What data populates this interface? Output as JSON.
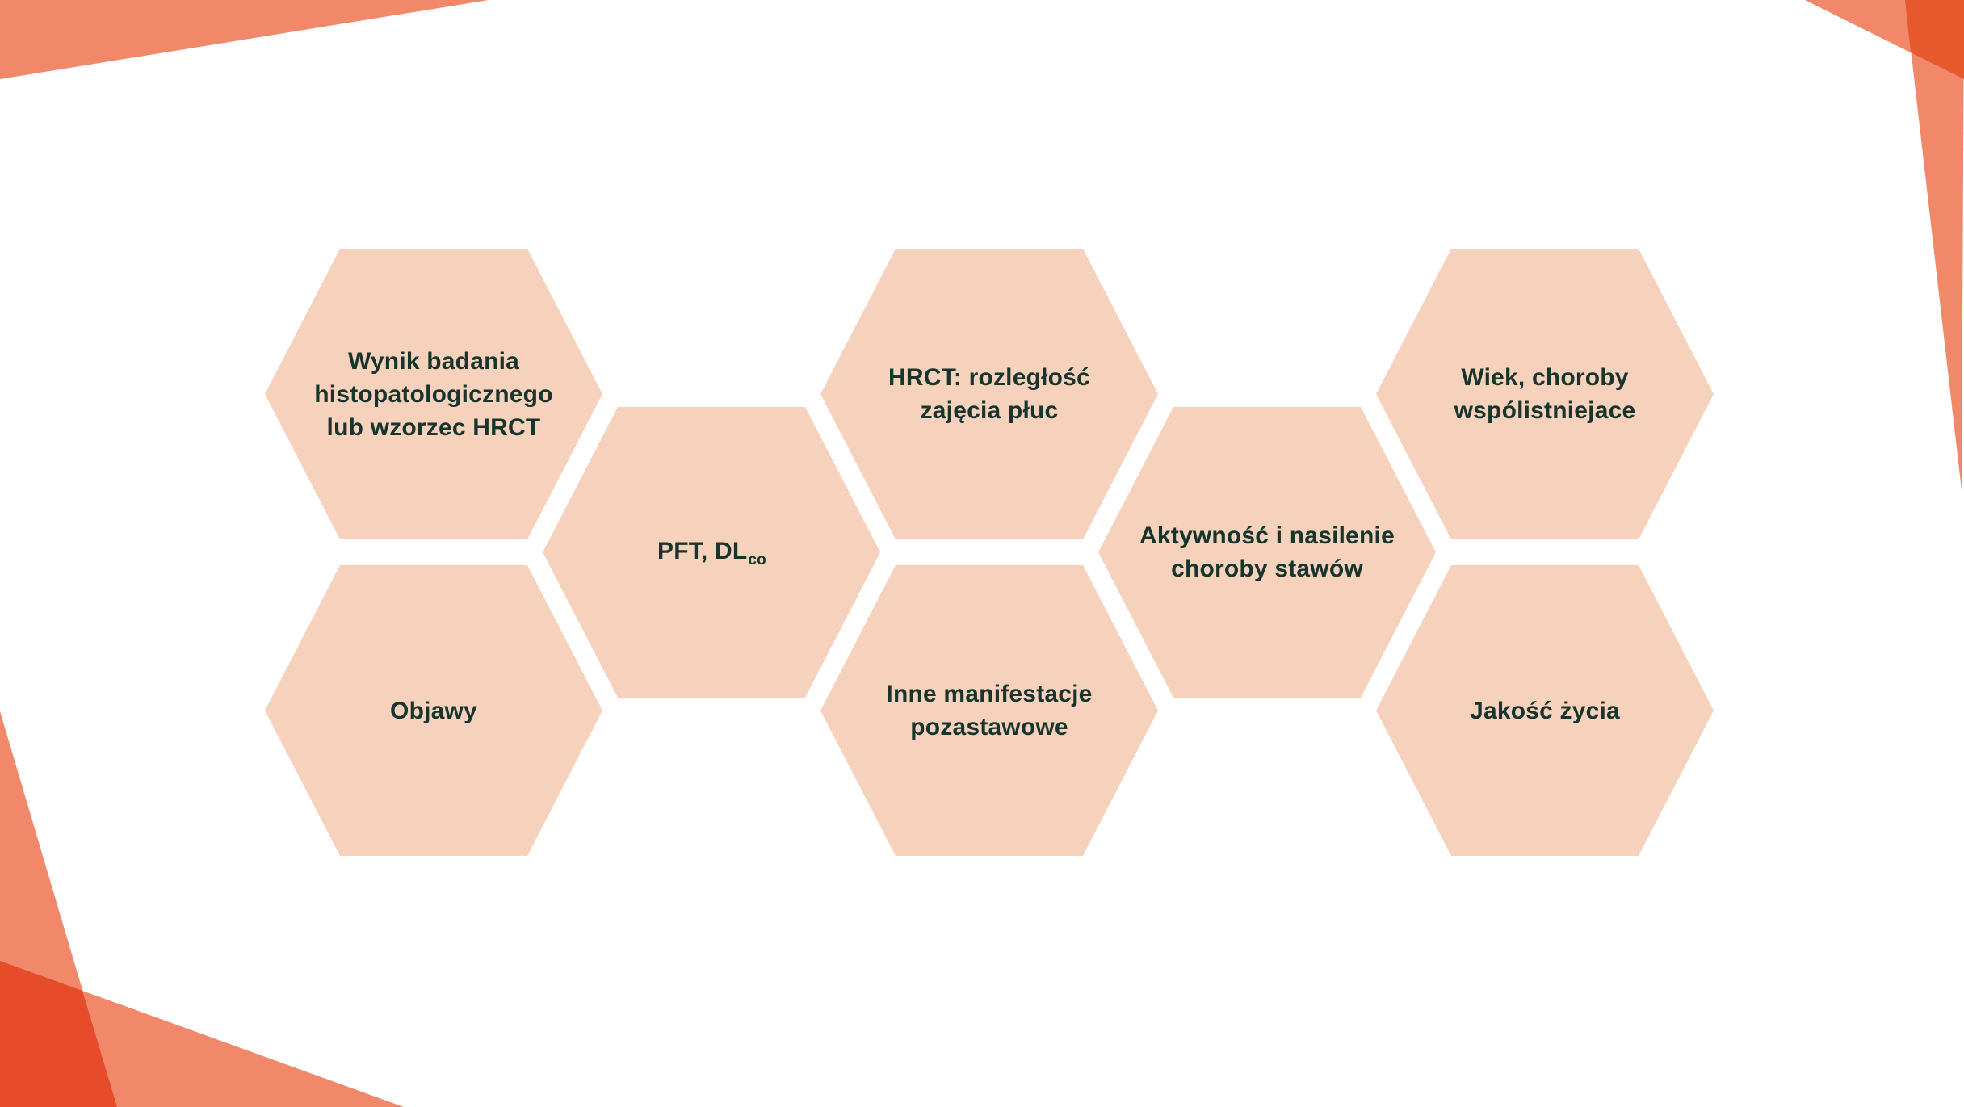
{
  "colors": {
    "background": "#ffffff",
    "hex_fill": "#F6D1BC",
    "text": "#17352C",
    "accent_salmon": "#F1886A",
    "accent_dark_top_right": "#E8592E",
    "accent_dark_bottom_left": "#E64C2A"
  },
  "hexagons": [
    {
      "id": "wynik-badania",
      "label": "Wynik badania\nhistopatologicznego\nlub wzorzec HRCT"
    },
    {
      "id": "objawy",
      "label": "Objawy"
    },
    {
      "id": "pft-dlco",
      "label_main": "PFT, DL",
      "label_sub": "co"
    },
    {
      "id": "hrct-rozleglosc",
      "label": "HRCT: rozległość\nzajęcia płuc"
    },
    {
      "id": "inne-manifestacje",
      "label": "Inne manifestacje\npozastawowe"
    },
    {
      "id": "aktywnosc-stawow",
      "label": "Aktywność i nasilenie\nchoroby stawów"
    },
    {
      "id": "wiek-choroby",
      "label": "Wiek, choroby\nwspólistniejace"
    },
    {
      "id": "jakosc-zycia",
      "label": "Jakość życia"
    }
  ]
}
